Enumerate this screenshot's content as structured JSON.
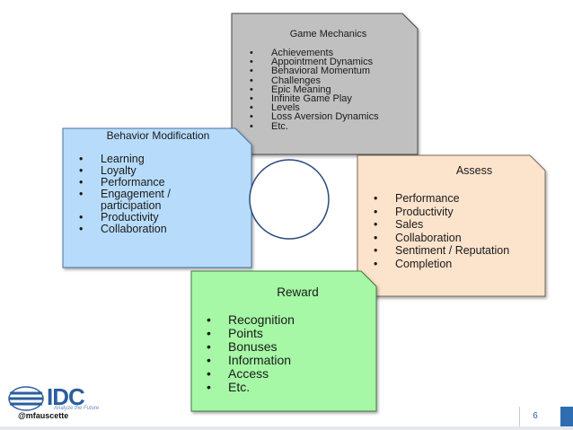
{
  "game_mechanics": {
    "title": "Game Mechanics",
    "items": [
      "Achievements",
      "Appointment Dynamics",
      "Behavioral Momentum",
      "Challenges",
      "Epic Meaning",
      "Infinite Game Play",
      "Levels",
      "Loss Aversion Dynamics",
      "Etc."
    ],
    "fill": "#c0c0c0"
  },
  "behavior_modification": {
    "title": "Behavior Modification",
    "items": [
      "Learning",
      "Loyalty",
      "Performance",
      "Engagement / participation",
      "Productivity",
      "Collaboration"
    ],
    "fill": "#b7dcfb"
  },
  "assess": {
    "title": "Assess",
    "items": [
      "Performance",
      "Productivity",
      "Sales",
      "Collaboration",
      "Sentiment / Reputation",
      "Completion"
    ],
    "fill": "#fbe3cc"
  },
  "reward": {
    "title": "Reward",
    "items": [
      "Recognition",
      "Points",
      "Bonuses",
      "Information",
      "Access",
      "Etc."
    ],
    "fill": "#a6f7a6"
  },
  "footer": {
    "logo_text": "IDC",
    "logo_tagline": "Analyze the Future",
    "handle": "@mfauscette",
    "page_number": "6"
  }
}
